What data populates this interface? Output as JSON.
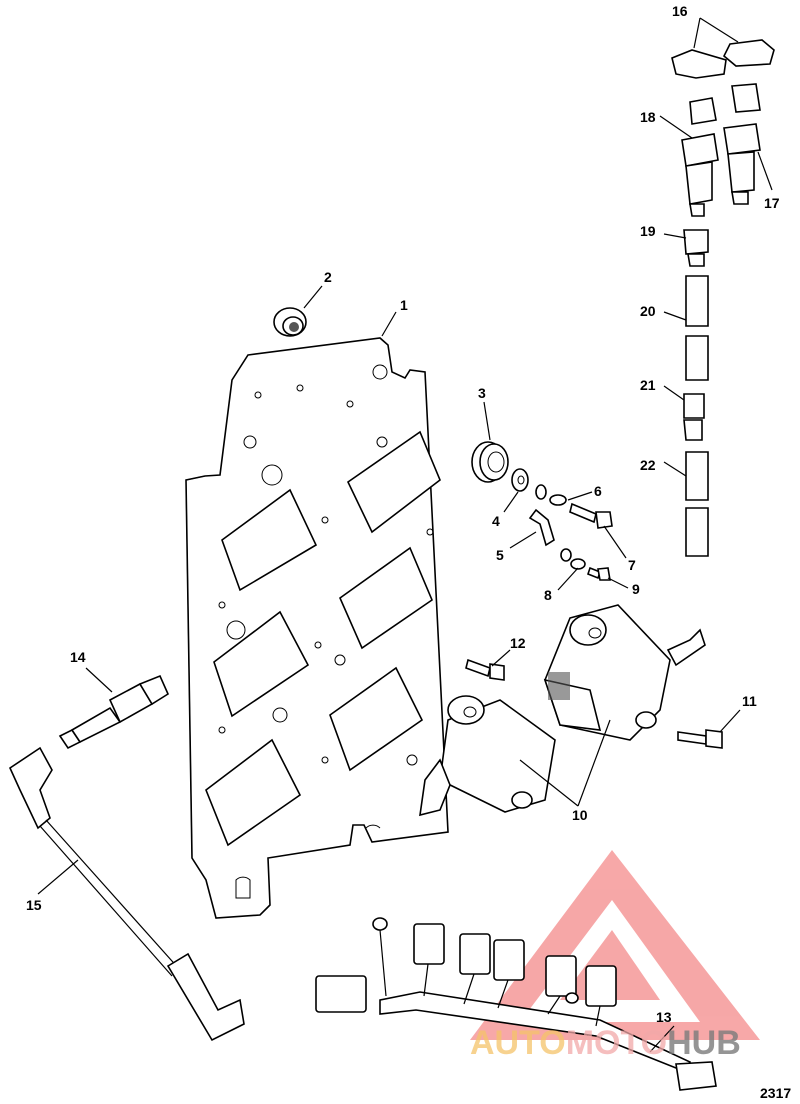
{
  "diagram": {
    "figure_number": "2317",
    "callouts": [
      "1",
      "2",
      "3",
      "4",
      "5",
      "6",
      "7",
      "8",
      "9",
      "10",
      "11",
      "12",
      "13",
      "14",
      "15",
      "16",
      "17",
      "18",
      "19",
      "20",
      "21",
      "22"
    ]
  },
  "watermark": {
    "text_auto": "AUTO",
    "text_moto": "MOTO",
    "text_hub": "HUB",
    "colors": {
      "auto": "#f4c36a",
      "moto": "#f2a8a8",
      "hub": "#7a7a7a",
      "logo": "#f06060"
    }
  }
}
